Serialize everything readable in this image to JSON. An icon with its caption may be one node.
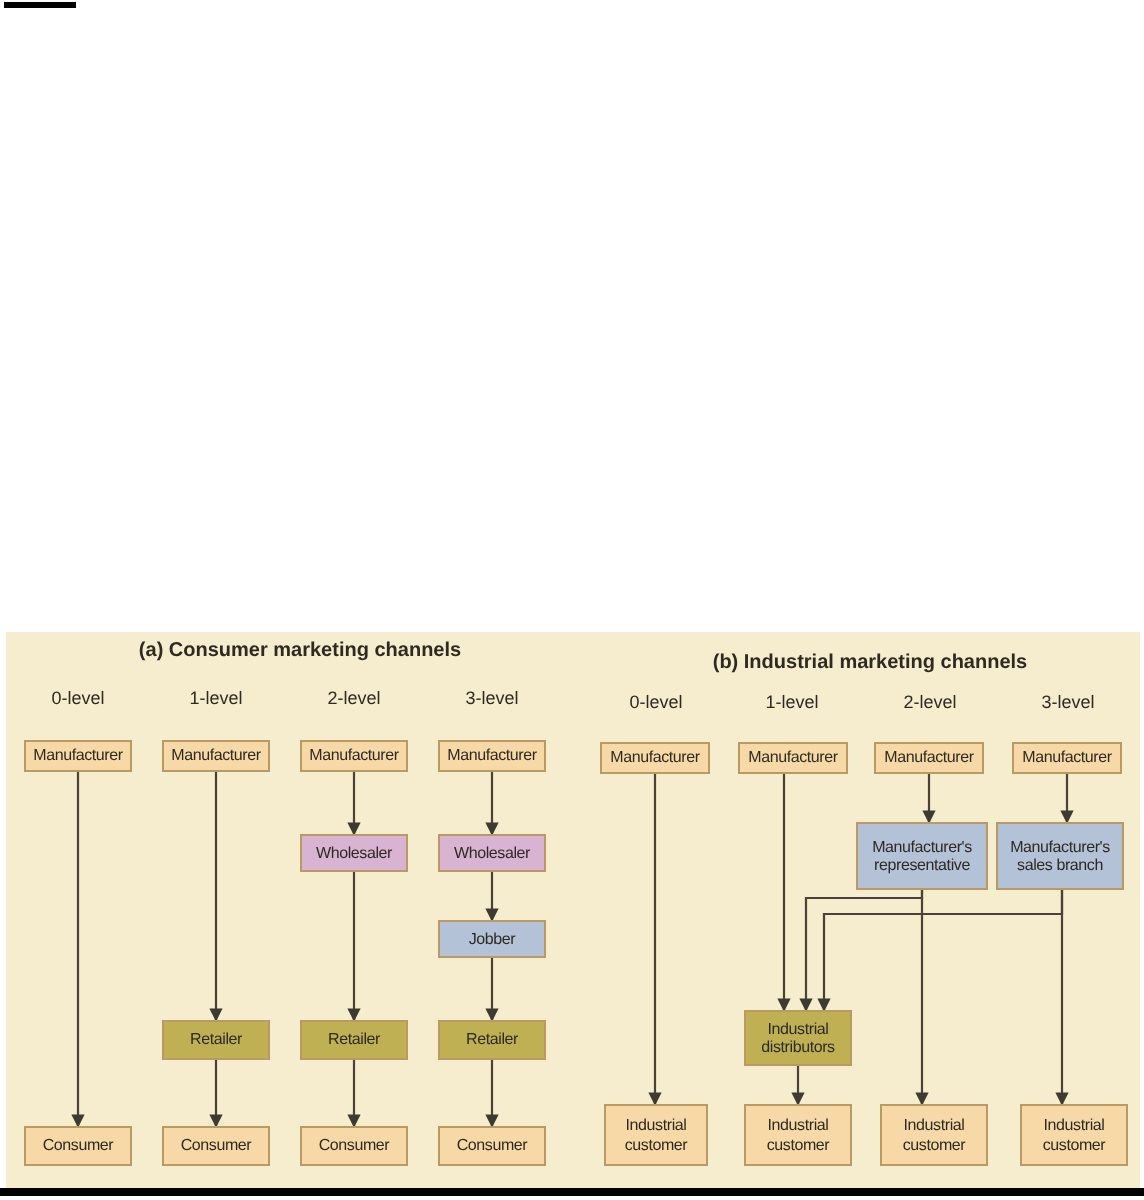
{
  "diagram": {
    "nodes": [
      {
        "text": [
          "Manufacturer"
        ]
      },
      {
        "text": [
          "Manufacturer"
        ]
      },
      {
        "text": [
          "Manufacturer"
        ]
      },
      {
        "text": [
          "Manufacturer"
        ]
      },
      {
        "text": [
          "Manufacturer"
        ]
      },
      {
        "text": [
          "Manufacturer"
        ]
      },
      {
        "text": [
          "Manufacturer"
        ]
      },
      {
        "text": [
          "Manufacturer"
        ]
      },
      {
        "text": [
          "Wholesaler"
        ]
      },
      {
        "text": [
          "Wholesaler"
        ]
      },
      {
        "text": [
          "Manufacturer's representative"
        ]
      },
      {
        "text": [
          "Manufacturer's sales branch"
        ]
      },
      {
        "text": [
          "Jobber"
        ]
      },
      {
        "text": [
          "Retailer"
        ]
      },
      {
        "text": [
          "Retailer"
        ]
      },
      {
        "text": [
          "Retailer"
        ]
      },
      {
        "text": [
          "Industrial distributors"
        ]
      },
      {
        "text": [
          "Consumer"
        ]
      },
      {
        "text": [
          "Consumer"
        ]
      },
      {
        "text": [
          "Consumer"
        ]
      },
      {
        "text": [
          "Consumer"
        ]
      },
      {
        "text": [
          "Industrial customer"
        ]
      },
      {
        "text": [
          "Industrial customer"
        ]
      },
      {
        "text": [
          "Industrial customer"
        ]
      },
      {
        "text": [
          "Industrial customer"
        ]
      }
    ],
    "edges": [
      {
        "from": 0,
        "to": 17,
        "arrow": "to"
      },
      {
        "from": 1,
        "to": 13,
        "arrow": "to"
      },
      {
        "from": 13,
        "to": 18,
        "arrow": "to"
      },
      {
        "from": 2,
        "to": 8,
        "arrow": "to"
      },
      {
        "from": 8,
        "to": 14,
        "arrow": "to"
      },
      {
        "from": 14,
        "to": 19,
        "arrow": "to"
      },
      {
        "from": 3,
        "to": 9,
        "arrow": "to"
      },
      {
        "from": 9,
        "to": 12,
        "arrow": "to"
      },
      {
        "from": 12,
        "to": 15,
        "arrow": "to"
      },
      {
        "from": 15,
        "to": 20,
        "arrow": "to"
      },
      {
        "from": 4,
        "to": 21,
        "arrow": "to"
      },
      {
        "from": 5,
        "to": 16,
        "arrow": "to"
      },
      {
        "from": 16,
        "to": 22,
        "arrow": "to"
      },
      {
        "from": 6,
        "to": 10,
        "arrow": "to"
      },
      {
        "from": 10,
        "to": 16,
        "arrow": "to"
      },
      {
        "from": 10,
        "to": 23,
        "arrow": "to"
      },
      {
        "from": 7,
        "to": 11,
        "arrow": "to"
      },
      {
        "from": 11,
        "to": 16,
        "arrow": "to"
      },
      {
        "from": 11,
        "to": 24,
        "arrow": "to"
      }
    ],
    "labels": [
      "(a) Consumer marketing channels",
      "(b) Industrial marketing channels",
      "0-level",
      "1-level",
      "2-level",
      "3-level",
      "0-level",
      "1-level",
      "2-level",
      "3-level"
    ]
  }
}
